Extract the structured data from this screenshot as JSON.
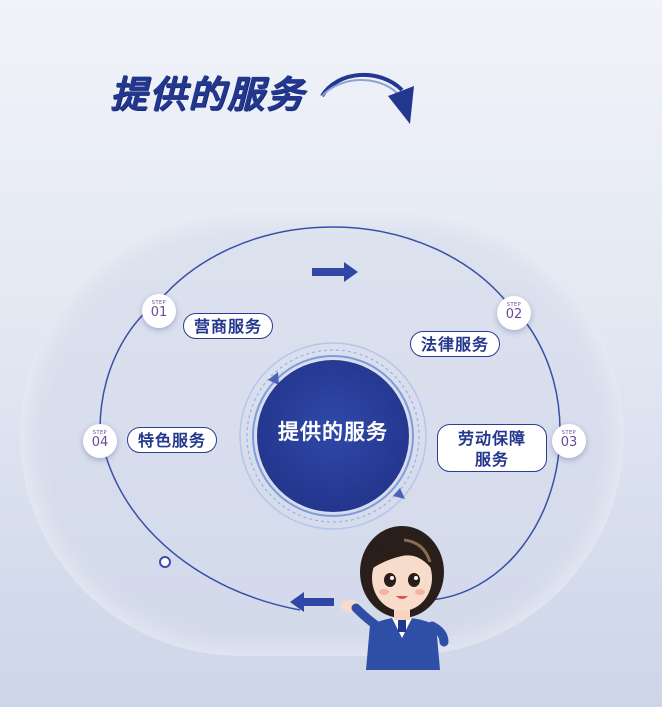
{
  "title": "提供的服务",
  "center_label": "提供的服务",
  "steps": [
    {
      "step": "STEP",
      "num": "01",
      "label": "营商服务"
    },
    {
      "step": "STEP",
      "num": "02",
      "label": "法律服务"
    },
    {
      "step": "STEP",
      "num": "03",
      "label_line1": "劳动保障",
      "label_line2": "服务"
    },
    {
      "step": "STEP",
      "num": "04",
      "label": "特色服务"
    }
  ],
  "colors": {
    "primary": "#24378f",
    "accent": "#6d4a9a",
    "background": "#e3e8f3"
  },
  "icons": [
    "curved-arrow-icon",
    "right-arrow-icon",
    "left-arrow-icon",
    "woman-character-illustration"
  ]
}
